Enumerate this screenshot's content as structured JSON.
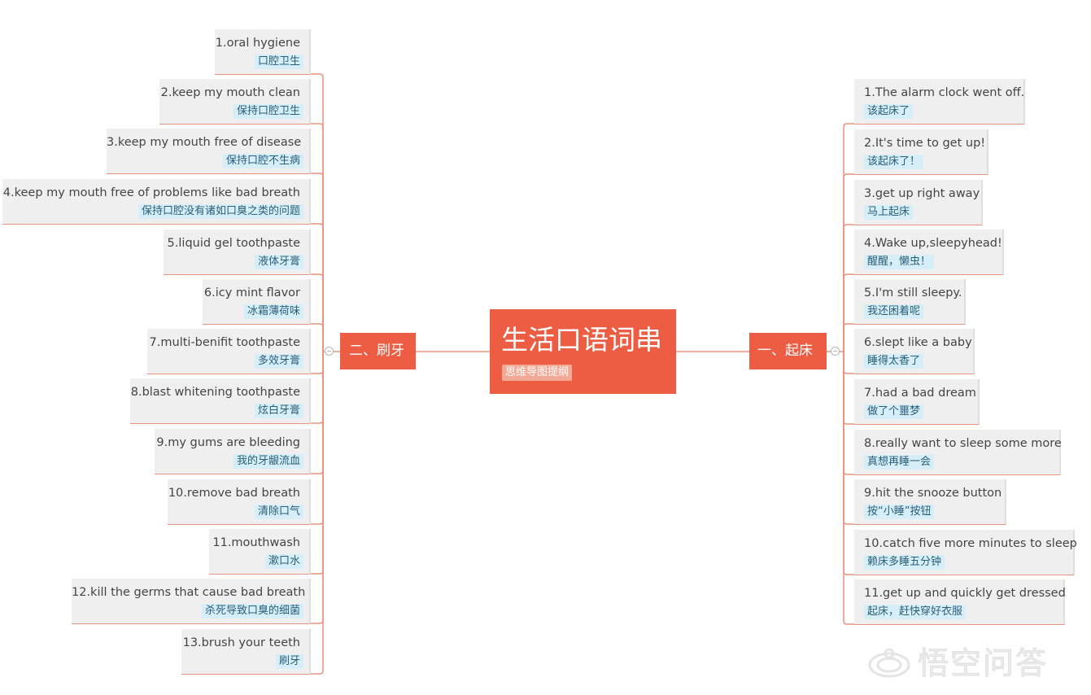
{
  "central": {
    "title": "生活口语词串",
    "tag": "思维导图提纲"
  },
  "branches": {
    "right": {
      "label": "一、起床",
      "items": [
        {
          "en": "1.The alarm clock went off.",
          "zh": "该起床了"
        },
        {
          "en": "2.It's time to get up!",
          "zh": "该起床了！"
        },
        {
          "en": "3.get up right away",
          "zh": "马上起床"
        },
        {
          "en": "4.Wake up,sleepyhead!",
          "zh": "醒醒，懒虫！"
        },
        {
          "en": "5.I'm still sleepy.",
          "zh": "我还困着呢"
        },
        {
          "en": "6.slept like a baby",
          "zh": "睡得太香了"
        },
        {
          "en": "7.had a bad dream",
          "zh": "做了个噩梦"
        },
        {
          "en": "8.really want to sleep some more",
          "zh": "真想再睡一会"
        },
        {
          "en": "9.hit the snooze button",
          "zh": "按“小睡”按钮"
        },
        {
          "en": "10.catch five more minutes to sleep",
          "zh": "赖床多睡五分钟"
        },
        {
          "en": "11.get up and quickly get dressed",
          "zh": "起床，赶快穿好衣服"
        }
      ]
    },
    "left": {
      "label": "二、刷牙",
      "items": [
        {
          "en": "1.oral hygiene",
          "zh": "口腔卫生"
        },
        {
          "en": "2.keep my mouth clean",
          "zh": "保持口腔卫生"
        },
        {
          "en": "3.keep my mouth free of disease",
          "zh": "保持口腔不生病"
        },
        {
          "en": "4.keep my mouth free of problems like bad breath",
          "zh": "保持口腔没有诸如口臭之类的问题"
        },
        {
          "en": "5.liquid gel toothpaste",
          "zh": "液体牙膏"
        },
        {
          "en": "6.icy mint flavor",
          "zh": "冰霜薄荷味"
        },
        {
          "en": "7.multi-benifit toothpaste",
          "zh": "多效牙膏"
        },
        {
          "en": "8.blast whitening toothpaste",
          "zh": "炫白牙膏"
        },
        {
          "en": "9.my gums are bleeding",
          "zh": "我的牙龈流血"
        },
        {
          "en": "10.remove bad breath",
          "zh": "清除口气"
        },
        {
          "en": "11.mouthwash",
          "zh": "漱口水"
        },
        {
          "en": "12.kill the germs that cause bad breath",
          "zh": "杀死导致口臭的细菌"
        },
        {
          "en": "13.brush your teeth",
          "zh": "刷牙"
        }
      ]
    }
  },
  "watermark": {
    "text": "悟空问答",
    "icon": "wukong-logo-icon"
  },
  "colors": {
    "accent": "#ec5d43",
    "connector": "#e8937f",
    "node_bg": "#efefef",
    "tag_bg": "#d6eef7"
  }
}
